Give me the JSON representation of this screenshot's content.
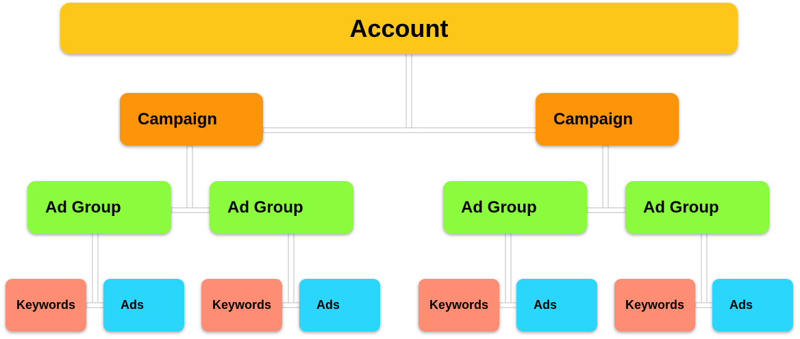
{
  "colors": {
    "account": "#fdc71a",
    "campaign": "#fd9409",
    "ad_group": "#8afb3d",
    "keywords": "#fd8e73",
    "ads": "#2ad6fb",
    "connector": "#c8c8c8"
  },
  "account": {
    "label": "Account"
  },
  "campaigns": [
    {
      "label": "Campaign",
      "ad_groups": [
        {
          "label": "Ad Group",
          "keywords_label": "Keywords",
          "ads_label": "Ads"
        },
        {
          "label": "Ad Group",
          "keywords_label": "Keywords",
          "ads_label": "Ads"
        }
      ]
    },
    {
      "label": "Campaign",
      "ad_groups": [
        {
          "label": "Ad Group",
          "keywords_label": "Keywords",
          "ads_label": "Ads"
        },
        {
          "label": "Ad Group",
          "keywords_label": "Keywords",
          "ads_label": "Ads"
        }
      ]
    }
  ]
}
